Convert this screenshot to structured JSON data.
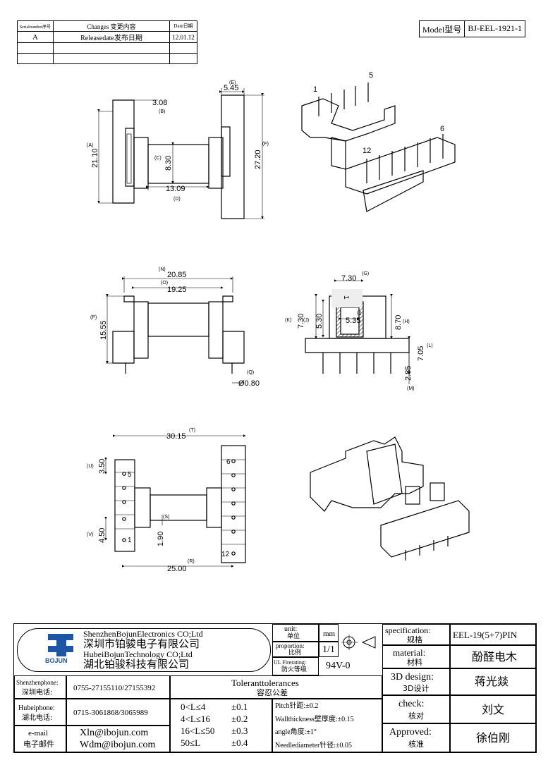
{
  "revision_table": {
    "headers": [
      "Serialnumber序号",
      "Changes 变更内容",
      "Date日期"
    ],
    "rows": [
      [
        "A",
        "Releasedate发布日期",
        "12.01.12"
      ]
    ]
  },
  "model": {
    "label": "Model型号",
    "value": "BJ-EEL-1921-1"
  },
  "dimensions": {
    "A": "(A)",
    "A_val": "21.10",
    "B": "(B)",
    "B_val": "3.08",
    "C": "(C)",
    "C_val": "8.30",
    "D": "(D)",
    "D_val": "13.09",
    "E": "(E)",
    "E_val": "5.45",
    "F": "(F)",
    "F_val": "27.20",
    "G": "(G)",
    "G_val": "7.30",
    "H": "(H)",
    "H_val": "8.70",
    "I": "(I)",
    "I_val": "5.35",
    "J": "(J)",
    "J_val": "5.30",
    "K": "(K)",
    "K_val": "7.30",
    "L": "(L)",
    "L_val": "7.05",
    "M": "(M)",
    "M_val": "2.85",
    "N": "(N)",
    "N_val": "20.85",
    "O": "(O)",
    "O_val": "19.25",
    "P": "(P)",
    "P_val": "15.55",
    "Q": "(Q)",
    "Q_val": "Ø0.80",
    "R": "(R)",
    "R_val": "25.00",
    "S": "(S)",
    "S_val": "1.90",
    "T": "(T)",
    "T_val": "30.15",
    "U": "(U)",
    "U_val": "3.50",
    "V": "(V)",
    "V_val": "4.50"
  },
  "pin_labels": {
    "p1": "1",
    "p5": "5",
    "p6": "6",
    "p12": "12"
  },
  "company": {
    "name_en_1": "ShenzhenBojunElectronics CO;Ltd",
    "name_cn_1": "深圳市铂骏电子有限公司",
    "name_en_2": "HubeiBojunTechnology CO;Ltd",
    "name_cn_2": "湖北铂骏科技有限公司",
    "logo_text": "BOJUN"
  },
  "contacts": {
    "sz_label": "Shenzhenphone:",
    "sz_label_cn": "深圳电话:",
    "sz_value": "0755-27155110/27155392",
    "hb_label": "Hubeiphone:",
    "hb_label_cn": "湖北电话:",
    "hb_value": "0715-3061868/3065989",
    "email_label": "e-mail",
    "email_label_cn": "电子邮件",
    "email_1": "Xln@ibojun.com",
    "email_2": "Wdm@ibojun.com"
  },
  "units": {
    "unit_label": "unit:",
    "unit_label_cn": "单位",
    "unit_value": "mm",
    "proportion_label": "proportion:",
    "proportion_label_cn": "比例",
    "proportion_value": "1/1",
    "fire_label": "UL Firerating:",
    "fire_label_cn": "防火等级",
    "fire_value": "94V-0"
  },
  "tolerances": {
    "title": "Toleranttolerances",
    "title_cn": "容忍公差",
    "rows": [
      [
        "0<L≤4",
        "±0.1"
      ],
      [
        "4<L≤16",
        "±0.2"
      ],
      [
        "16<L≤50",
        "±0.3"
      ],
      [
        "50≤L",
        "±0.4"
      ]
    ],
    "pitch": "Pitch针距:±0.2",
    "wall": "Wallthickness壁厚度:±0.15",
    "angle": "angle角度:±1°",
    "needle": "Needlediameter针径:±0.05"
  },
  "specs": {
    "spec_label": "specification:",
    "spec_label_cn": "规格",
    "spec_value": "EEL-19(5+7)PIN",
    "mat_label": "material:",
    "mat_label_cn": "材料",
    "mat_value": "酚醛电木",
    "design_label": "3D design:",
    "design_label_cn": "3D设计",
    "design_value": "蒋光燚",
    "check_label": "check:",
    "check_label_cn": "核对",
    "check_value": "刘文",
    "approved_label": "Approved:",
    "approved_label_cn": "核准",
    "approved_value": "徐伯刚"
  }
}
